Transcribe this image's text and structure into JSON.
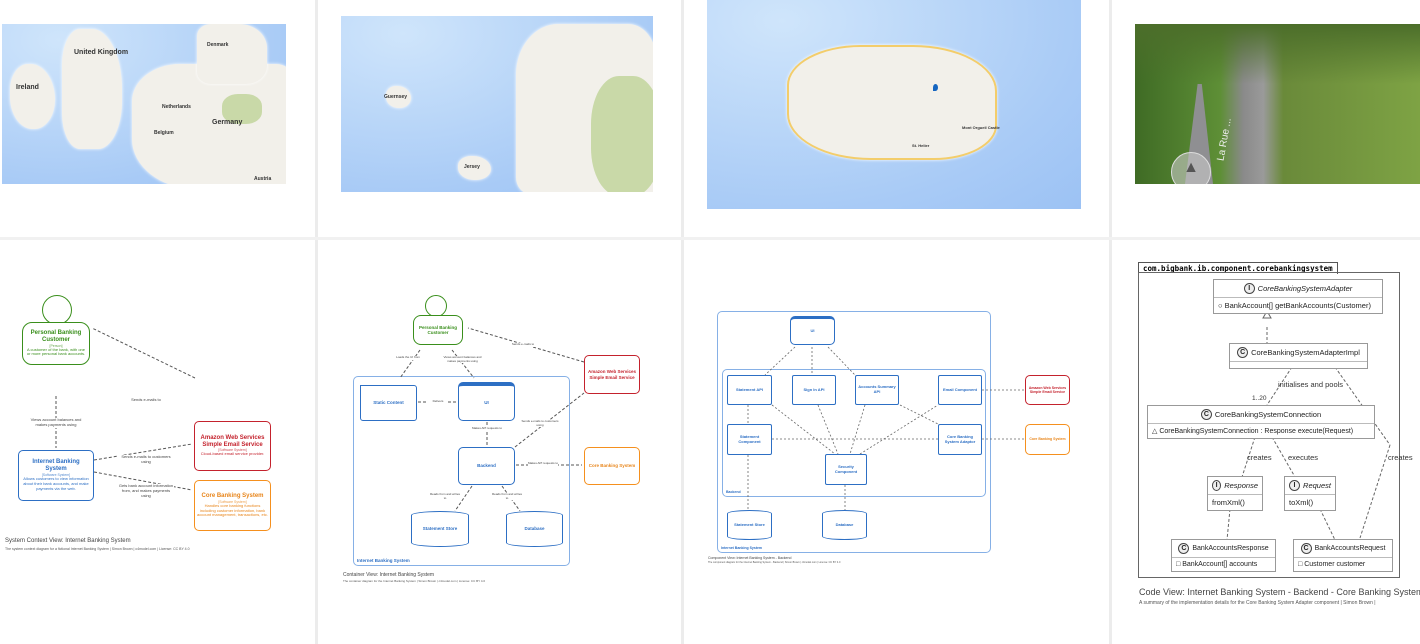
{
  "tiles": {
    "europe_map": {
      "labels": [
        "United Kingdom",
        "Ireland",
        "Denmark",
        "Netherlands",
        "Belgium",
        "Germany",
        "Austria"
      ]
    },
    "channel_map": {
      "labels": [
        "Guernsey",
        "Jersey"
      ]
    },
    "jersey_map": {
      "labels": [
        "St. Helier",
        "Mont Orgueil Castle"
      ]
    },
    "street_view": {
      "road_label": "La Rue ..."
    },
    "context": {
      "person": {
        "title": "Personal Banking Customer",
        "type": "[Person]",
        "desc": "A customer of the bank, with one or more personal bank accounts."
      },
      "ibs": {
        "title": "Internet Banking System",
        "type": "[Software System]",
        "desc": "Allows customers to view information about their bank accounts, and make payments via the web."
      },
      "aws": {
        "title": "Amazon Web Services Simple Email Service",
        "type": "[Software System]",
        "desc": "Cloud-based email service provider."
      },
      "core": {
        "title": "Core Banking System",
        "type": "[Software System]",
        "desc": "Handles core banking functions including customer information, bank account management, transactions, etc."
      },
      "edges": [
        "Views account balances and makes payments using",
        "Sends e-mails to",
        "Sends e-mails to customers using",
        "Gets bank account information from, and makes payments using"
      ],
      "caption": "System Context View: Internet Banking System",
      "subcaption": "The system context diagram for a fictional Internet Banking System | Simon Brown | c4model.com | License: CC BY 4.0"
    },
    "container": {
      "person": "Personal Banking Customer",
      "static": "Static Content",
      "ui": "UI",
      "backend": "Backend",
      "store": "Statement Store",
      "db": "Database",
      "aws": "Amazon Web Services Simple Email Service",
      "core": "Core Banking System",
      "boundary": "Internet Banking System",
      "edges": [
        "Loads the UI from",
        "Views account balances and makes payments using",
        "Sends e-mails to",
        "Delivers",
        "Makes API requests to",
        "Sends e-mails to customers using",
        "Makes API requests to",
        "Reads from and writes to",
        "Reads from and writes to"
      ],
      "caption": "Container View: Internet Banking System",
      "subcaption": "The container diagram for the Internet Banking System | Simon Brown | c4model.com | License: CC BY 4.0"
    },
    "component": {
      "ui": "UI",
      "statement_api": "Statement API",
      "signin_api": "Sign In API",
      "accounts_api": "Accounts Summary API",
      "email": "Email Component",
      "statement_comp": "Statement Component",
      "security": "Security Component",
      "adaptor": "Core Banking System Adaptor",
      "store": "Statement Store",
      "db": "Database",
      "aws": "Amazon Web Services Simple Email Service",
      "core": "Core Banking System",
      "backend": "Backend",
      "boundary": "Internet Banking System",
      "caption": "Component View: Internet Banking System - Backend",
      "subcaption": "The component diagram for the Internet Banking System - Backend | Simon Brown | c4model.com | License: CC BY 4.0"
    },
    "code": {
      "package": "com.bigbank.ib.component.corebankingsystem",
      "adapter": {
        "name": "CoreBankingSystemAdapter",
        "method": "BankAccount[] getBankAccounts(Customer)"
      },
      "impl": {
        "name": "CoreBankingSystemAdapterImpl"
      },
      "connection": {
        "name": "CoreBankingSystemConnection",
        "method": "CoreBankingSystemConnection : Response execute(Request)"
      },
      "response": {
        "name": "Response",
        "method": "fromXml()"
      },
      "request": {
        "name": "Request",
        "method": "toXml()"
      },
      "bar_response": {
        "name": "BankAccountsResponse",
        "field": "BankAccount[] accounts"
      },
      "bar_request": {
        "name": "BankAccountsRequest",
        "field": "Customer customer"
      },
      "edges": {
        "pools": "initialises and pools",
        "mult": "1..20",
        "creates1": "creates",
        "executes": "executes",
        "creates2": "creates"
      },
      "caption": "Code View: Internet Banking System - Backend - Core Banking System Adapter",
      "subcaption": "A summary of the implementation details for the Core Banking System Adapter component | Simon Brown |"
    }
  },
  "colors": {
    "person": "#3a8f1c",
    "system": "#2d6fc4",
    "external_red": "#c4222d",
    "external_orange": "#f5901e"
  }
}
